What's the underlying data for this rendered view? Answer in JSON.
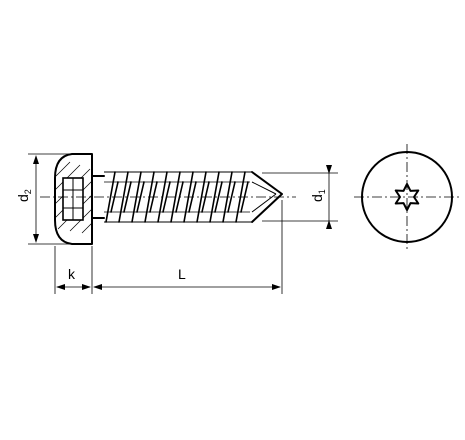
{
  "labels": {
    "d2_main": "d",
    "d2_sub": "2",
    "d1_main": "d",
    "d1_sub": "1",
    "k": "k",
    "L": "L"
  }
}
